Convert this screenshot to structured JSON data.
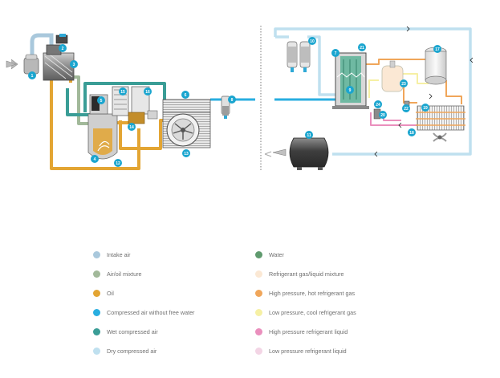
{
  "badges": [
    "1",
    "2",
    "3",
    "4",
    "5",
    "6",
    "7",
    "8",
    "9",
    "10",
    "11",
    "12",
    "13",
    "14",
    "15",
    "16",
    "17",
    "18",
    "19",
    "20",
    "21",
    "22",
    "23",
    "24"
  ],
  "legend": [
    {
      "label": "Intake air",
      "color": "#a9c8dc"
    },
    {
      "label": "Air/oil mixture",
      "color": "#a2b99a"
    },
    {
      "label": "Oil",
      "color": "#e3a533"
    },
    {
      "label": "Compressed air without free water",
      "color": "#28aee0"
    },
    {
      "label": "Wet compressed air",
      "color": "#3a9d96"
    },
    {
      "label": "Dry compressed air",
      "color": "#bfe0ef"
    },
    {
      "label": "Water",
      "color": "#5f9a6e"
    },
    {
      "label": "Refrigerant gas/liquid mixture",
      "color": "#fbe8d4"
    },
    {
      "label": "High pressure, hot refrigerant gas",
      "color": "#f0a65a"
    },
    {
      "label": "Low pressure, cool refrigerant gas",
      "color": "#f6f0a4"
    },
    {
      "label": "High pressure refrigerant liquid",
      "color": "#ea8fbd"
    },
    {
      "label": "Low pressure refrigerant liquid",
      "color": "#f3d5e5"
    }
  ],
  "colors": {
    "badge": "#1aa5cf",
    "intake": "#a9c8dc",
    "air_oil": "#a2b99a",
    "oil": "#e3a533",
    "compressed": "#28aee0",
    "wet": "#3a9d96",
    "dry": "#bfe0ef",
    "hot_gas": "#f0a65a",
    "cool_gas": "#f6f0a4",
    "hp_liquid": "#ea8fbd",
    "divider": "#777777"
  }
}
